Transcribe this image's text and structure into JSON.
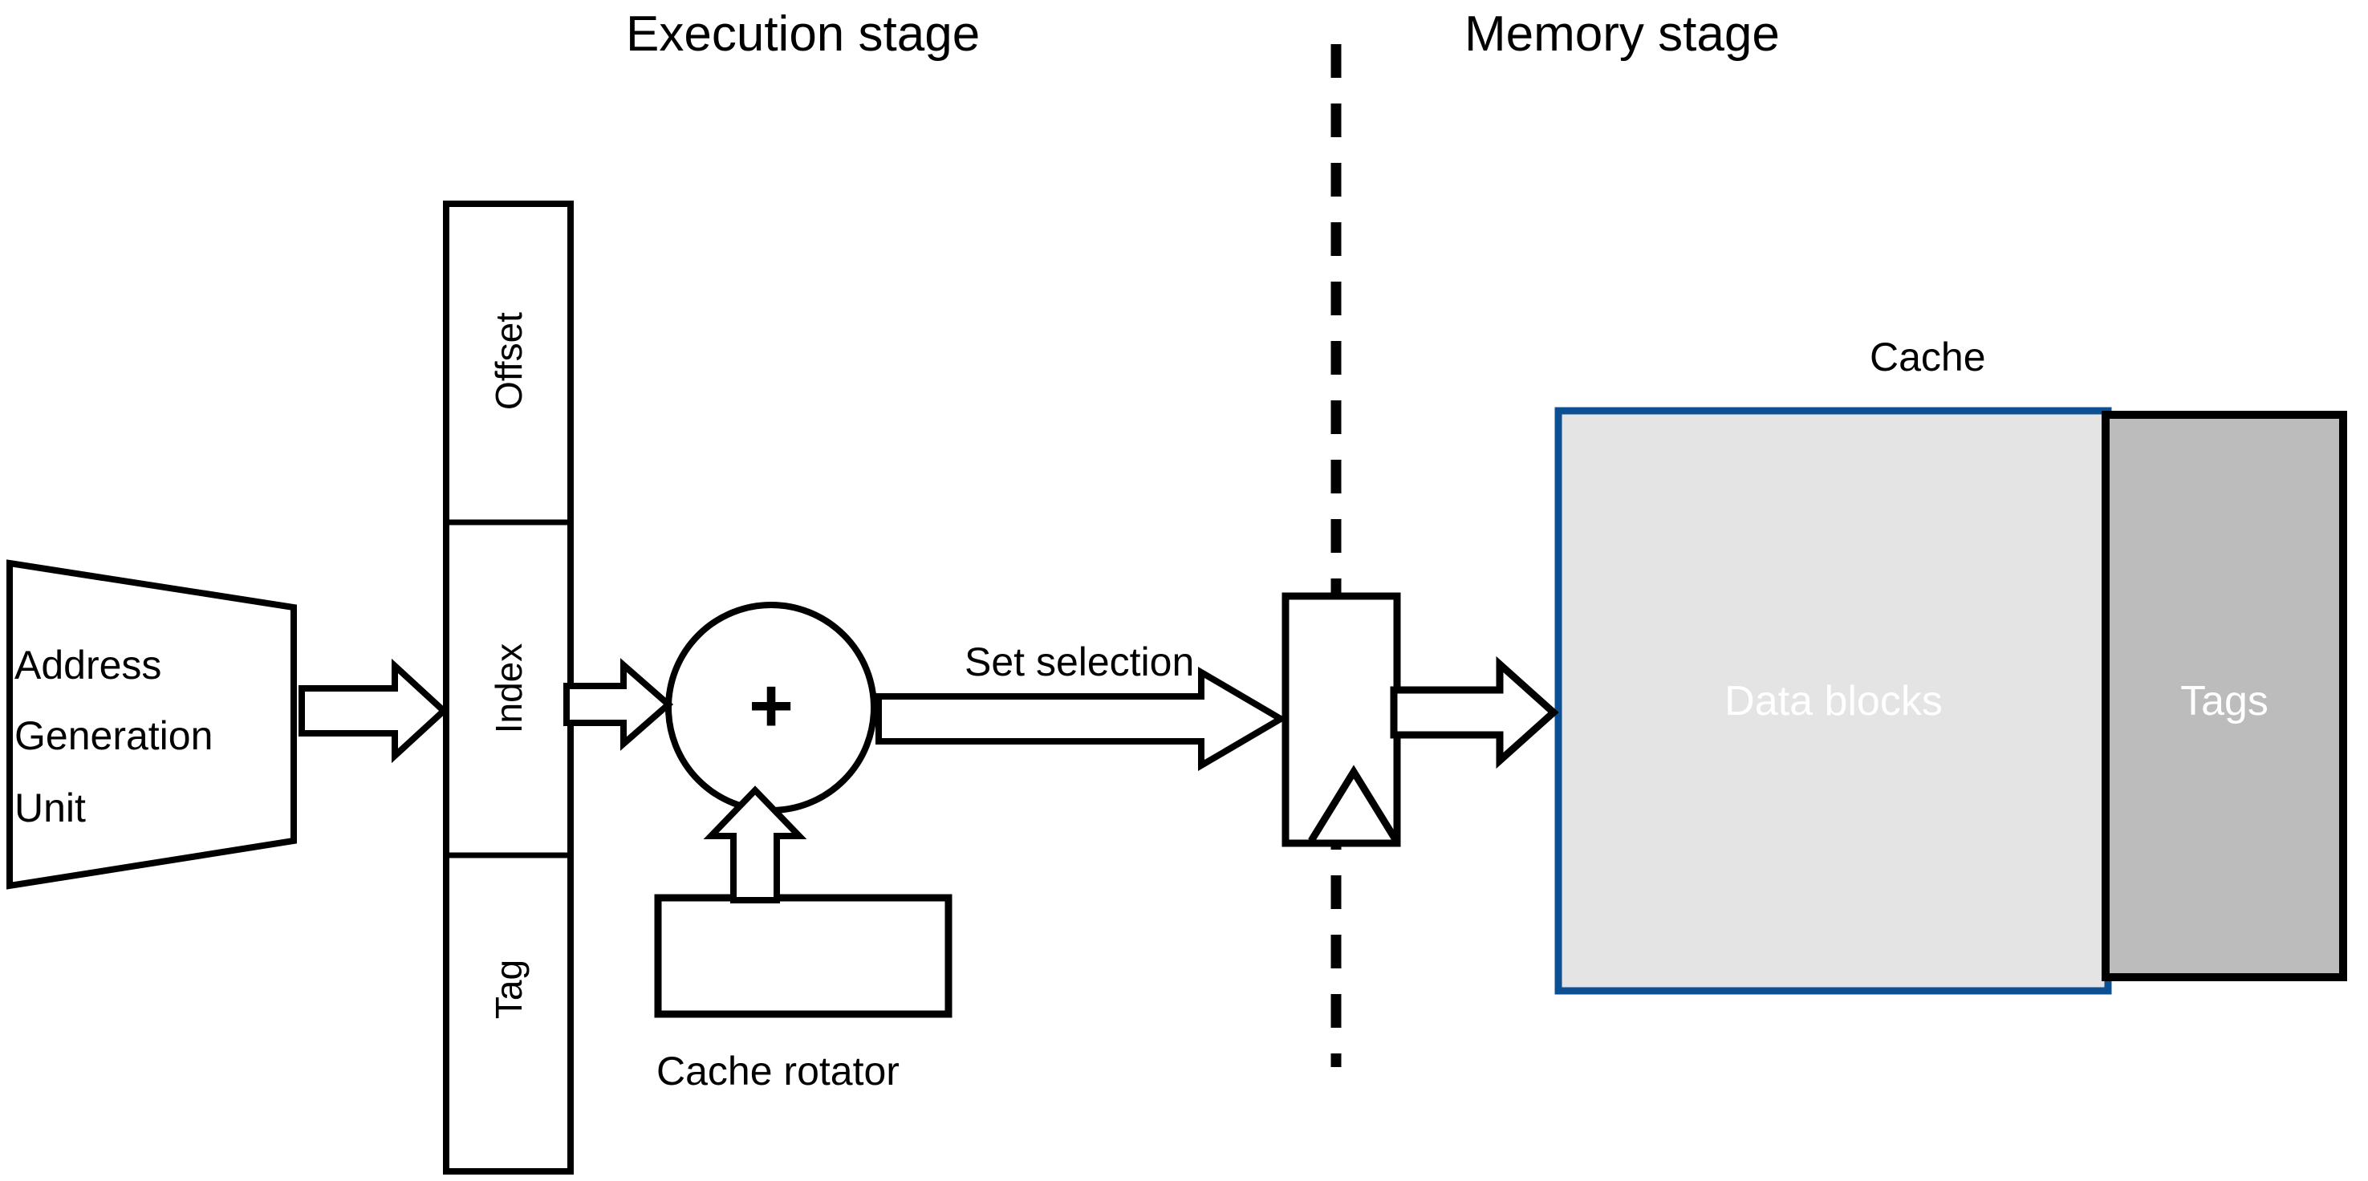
{
  "diagram": {
    "title_left": "Execution stage",
    "title_right": "Memory stage",
    "divider": "pipeline-stage-boundary-dashed-line"
  },
  "address_generation_unit": {
    "label_line1": "Address",
    "label_line2": "Generation",
    "label_line3": "Unit"
  },
  "address_fields": [
    {
      "name": "offset",
      "label": "Offset"
    },
    {
      "name": "index",
      "label": "Index"
    },
    {
      "name": "tag",
      "label": "Tag"
    }
  ],
  "adder": {
    "symbol": "+",
    "name": "adder-circle"
  },
  "cache_rotator": {
    "label": "Cache rotator"
  },
  "set_selection": {
    "label": "Set selection"
  },
  "pipeline_register": {
    "name": "memory-stage-pipeline-register",
    "clock_marker": "clock-triangle"
  },
  "cache": {
    "title": "Cache",
    "data_blocks_label": "Data blocks",
    "tags_label": "Tags"
  },
  "colors": {
    "stroke": "#000000",
    "cache_border_blue": "#0C5093",
    "data_blocks_fill": "#E4E4E4",
    "tags_fill": "#BCBCBC",
    "tags_border": "#000000",
    "text": "#000000",
    "inner_text": "#FFFFFF",
    "background": "#FFFFFF"
  }
}
